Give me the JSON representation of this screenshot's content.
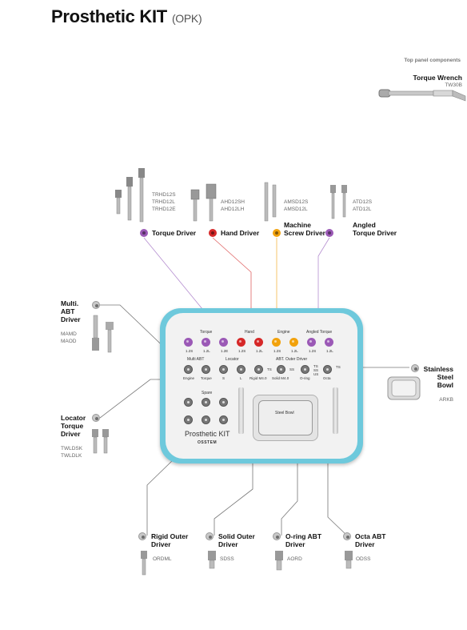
{
  "title": "Prosthetic KIT",
  "subtitle": "(OPK)",
  "top_panel": {
    "heading": "Top panel components",
    "torque_wrench": {
      "name": "Torque Wrench",
      "code": "TW30B"
    }
  },
  "drivers": {
    "torque_driver": {
      "name": "Torque Driver",
      "codes": [
        "TRHD12S",
        "TRHD12L",
        "TRHD12E"
      ],
      "color": "#9b59b6"
    },
    "hand_driver": {
      "name": "Hand Driver",
      "codes": [
        "AHD12SH",
        "AHD12LH"
      ],
      "color": "#d62828"
    },
    "machine_screw_driver": {
      "name_line1": "Machine",
      "name_line2": "Screw Driver",
      "codes": [
        "AMSD12S",
        "AMSD12L"
      ],
      "color": "#f2a20c"
    },
    "angled_torque_driver": {
      "name_line1": "Angled",
      "name_line2": "Torque Driver",
      "codes": [
        "ATD12S",
        "ATD12L"
      ],
      "color": "#9b59b6"
    },
    "multi_abt_driver": {
      "name_lines": [
        "Multi.",
        "ABT",
        "Driver"
      ],
      "codes": [
        "MAMD",
        "MAOD"
      ]
    },
    "locator_torque_driver": {
      "name_lines": [
        "Locator",
        "Torque",
        "Driver"
      ],
      "codes": [
        "TWLDSK",
        "TWLDLK"
      ]
    },
    "stainless_steel_bowl": {
      "name_lines": [
        "Stainless",
        "Steel",
        "Bowl"
      ],
      "code": "ARKB"
    },
    "rigid_outer_driver": {
      "name_lines": [
        "Rigid Outer",
        "Driver"
      ],
      "code": "ORDML"
    },
    "solid_outer_driver": {
      "name_lines": [
        "Solid Outer",
        "Driver"
      ],
      "code": "SDSS"
    },
    "oring_abt_driver": {
      "name_lines": [
        "O-ring ABT",
        "Driver"
      ],
      "code": "AORD"
    },
    "octa_abt_driver": {
      "name_lines": [
        "Octa ABT",
        "Driver"
      ],
      "code": "ODSS"
    }
  },
  "tray": {
    "groups": {
      "torque": "Torque",
      "hand": "Hand",
      "engine": "Engine",
      "angled_torque": "Angled Torque",
      "multi_abt": "Multi ABT",
      "locator": "Locator",
      "abt_outer_driver": "ABT. Outer Driver",
      "spare": "Spare"
    },
    "top_sizes": [
      "1.2S",
      "1.2L",
      "1.2E",
      "1.2S",
      "1.2L",
      "1.2S",
      "1.2L",
      "1.2S",
      "1.2L"
    ],
    "row2_labels": [
      "Engine",
      "Torque",
      "S",
      "L",
      "Rigid M4.0",
      "Solid M4.0",
      "O-ring",
      "Octa"
    ],
    "ts_labels": [
      "TS",
      "SS",
      "TS",
      "SS",
      "US"
    ],
    "ts_label_octa": "TS",
    "bowl_label": "Steel Bowl",
    "brand": "Prosthetic KIT",
    "maker": "OSSTEM"
  }
}
